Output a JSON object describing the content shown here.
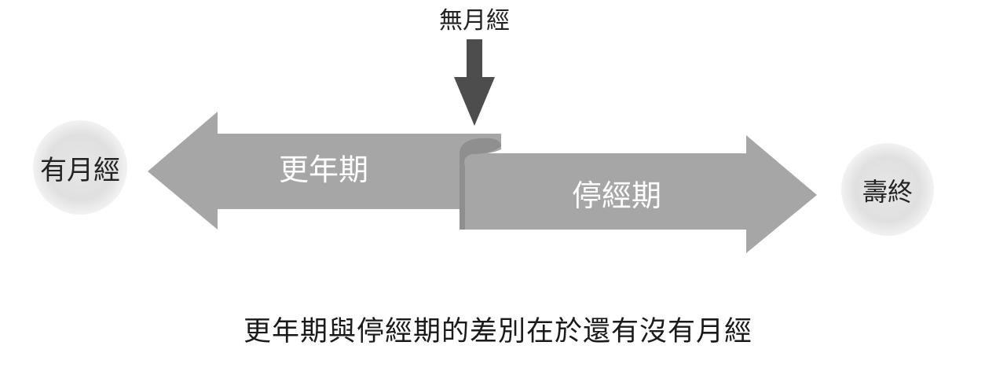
{
  "top_marker": {
    "label": "無月經"
  },
  "left_node": {
    "label": "有月經"
  },
  "right_node": {
    "label": "壽終"
  },
  "left_arrow": {
    "label": "更年期"
  },
  "right_arrow": {
    "label": "停經期"
  },
  "caption": "更年期與停經期的差別在於還有沒有月經",
  "colors": {
    "arrow_fill": "#a6a6a6",
    "arrow_fold": "#8f8f8f",
    "down_arrow": "#4d4d4d",
    "node_fill": "#dcdcdc",
    "label_light": "#ffffff",
    "label_dark": "#222222"
  }
}
